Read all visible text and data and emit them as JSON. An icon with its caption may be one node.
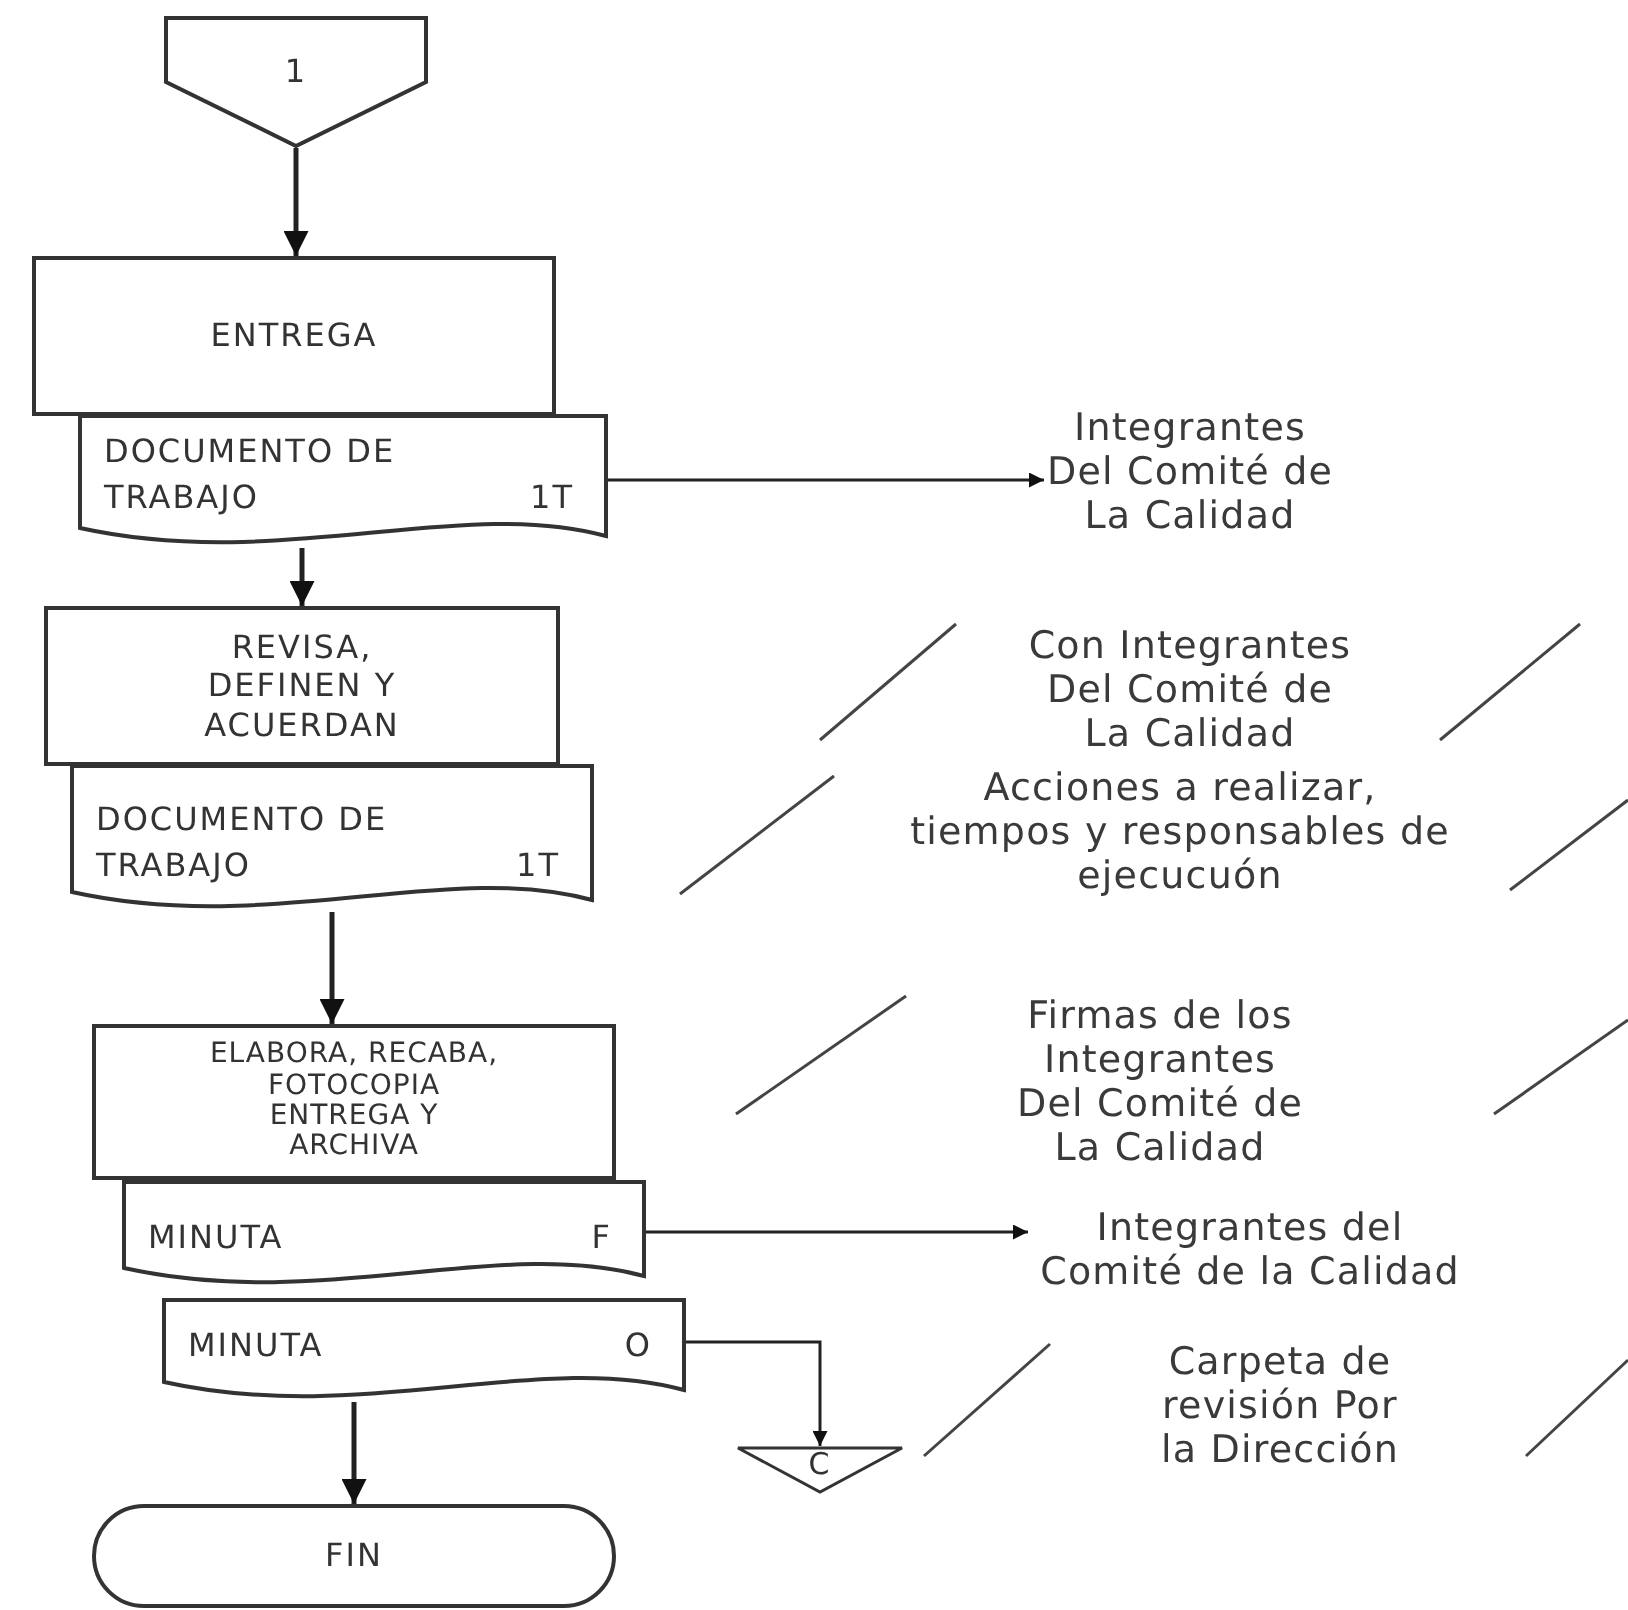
{
  "diagram": {
    "nodes": [
      {
        "text": [
          "1"
        ]
      },
      {
        "text": [
          "ENTREGA"
        ]
      },
      {
        "text": [
          "DOCUMENTO DE TRABAJO",
          "1T"
        ]
      },
      {
        "text": [
          "Integrantes Del Comité de La Calidad"
        ]
      },
      {
        "text": [
          "REVISA, DEFINEN Y ACUERDAN"
        ]
      },
      {
        "text": [
          "DOCUMENTO DE TRABAJO",
          "1T"
        ]
      },
      {
        "text": [
          "ELABORA, RECABA, FOTOCOPIA ENTREGA Y ARCHIVA"
        ]
      },
      {
        "text": [
          "MINUTA",
          "F"
        ]
      },
      {
        "text": [
          "Integrantes del Comité de la Calidad"
        ]
      },
      {
        "text": [
          "MINUTA",
          "O"
        ]
      },
      {
        "text": [
          "C"
        ]
      },
      {
        "text": [
          "FIN"
        ]
      }
    ],
    "edges": [
      {
        "from": 0,
        "to": 1,
        "arrow": "to"
      },
      {
        "from": 2,
        "to": 4,
        "arrow": "to"
      },
      {
        "from": 5,
        "to": 6,
        "arrow": "to"
      },
      {
        "from": 9,
        "to": 11,
        "arrow": "to"
      },
      {
        "from": 2,
        "to": 3,
        "arrow": "to"
      },
      {
        "from": 7,
        "to": 8,
        "arrow": "to"
      },
      {
        "from": 9,
        "to": 10,
        "arrow": "to"
      }
    ],
    "labels": [
      "Con  Integrantes Del Comité de La Calidad",
      "Acciones a realizar, tiempos y responsables de ejecucuón",
      "Firmas de los Integrantes Del Comité de La Calidad",
      "Carpeta de revisión Por la Dirección"
    ]
  }
}
